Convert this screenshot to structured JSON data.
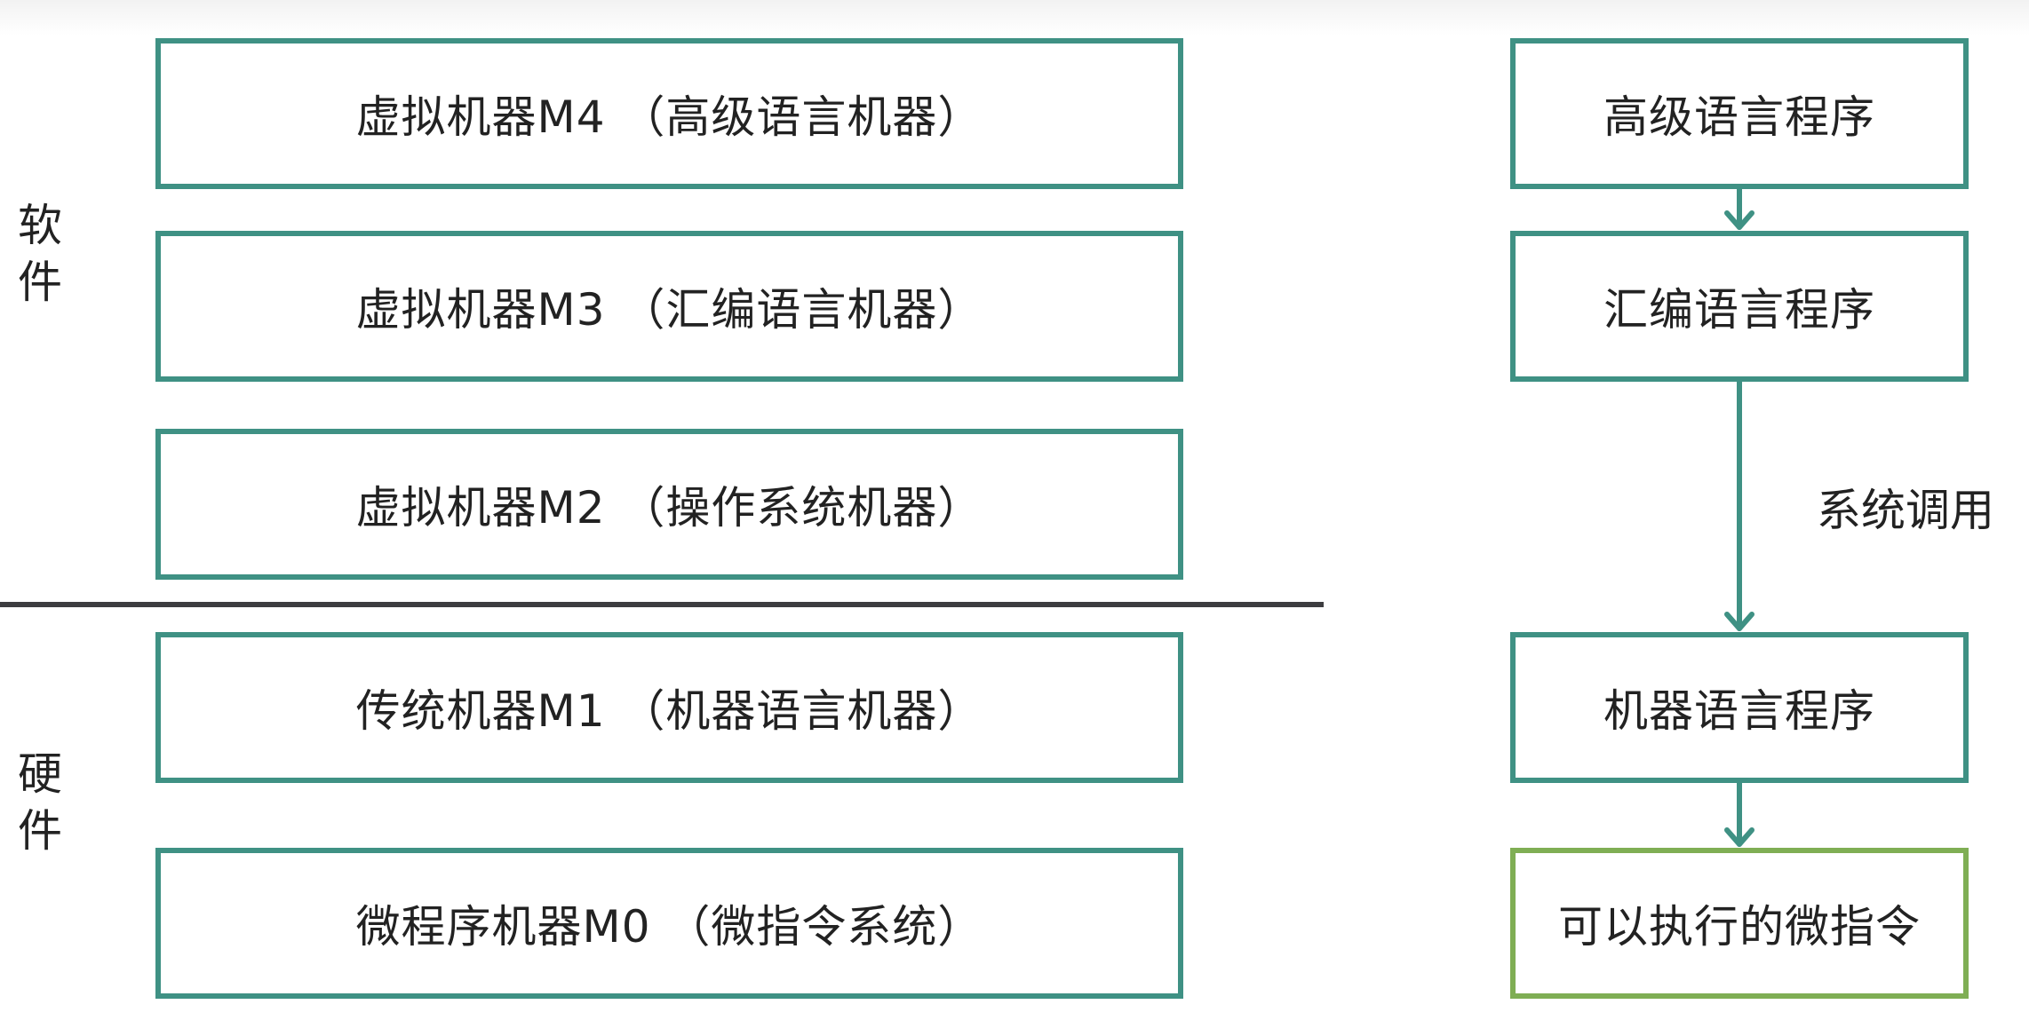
{
  "side_labels": {
    "software": [
      "软",
      "件"
    ],
    "hardware": [
      "硬",
      "件"
    ]
  },
  "levels": [
    "虚拟机器M4 （高级语言机器）",
    "虚拟机器M3 （汇编语言机器）",
    "虚拟机器M2 （操作系统机器）",
    "传统机器M1 （机器语言机器）",
    "微程序机器M0 （微指令系统）"
  ],
  "flow": {
    "nodes": [
      "高级语言程序",
      "汇编语言程序",
      "机器语言程序",
      "可以执行的微指令"
    ],
    "edge_label": "系统调用"
  },
  "colors": {
    "box_border": "#3f9184",
    "final_box_border": "#7fae54",
    "divider": "#3d3d40",
    "arrow": "#3f9184",
    "text": "#222222"
  }
}
